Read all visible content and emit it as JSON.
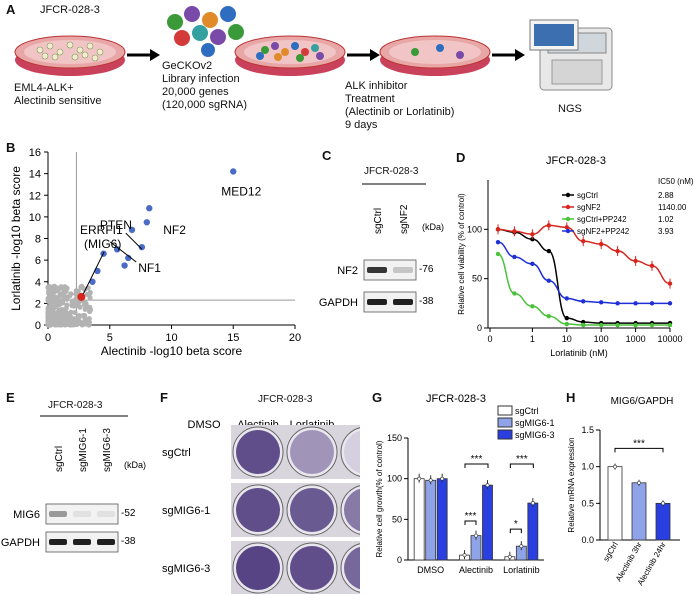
{
  "panel_letters": [
    "A",
    "B",
    "C",
    "D",
    "E",
    "F",
    "G",
    "H"
  ],
  "panelA": {
    "cell_line": "JFCR-028-3",
    "step1": [
      "EML4-ALK+",
      "Alectinib sensitive"
    ],
    "step2": [
      "GeCKOv2",
      "Library infection",
      "20,000 genes",
      "(120,000 sgRNA)"
    ],
    "step3": [
      "ALK inhibitor",
      "Treatment",
      "(Alectinib or Lorlatinib)",
      "9 days"
    ],
    "step4": "NGS"
  },
  "panelB": {
    "chart_data": {
      "type": "scatter",
      "xlabel": "Alectinib -log10 beta score",
      "ylabel": "Lorlatinib -log10 beta score",
      "xlim": [
        0,
        20
      ],
      "ylim": [
        0,
        16
      ],
      "xticks": [
        "0",
        "5",
        "10",
        "15",
        "20"
      ],
      "yticks": [
        "0",
        "2",
        "4",
        "6",
        "8",
        "10",
        "12",
        "14",
        "16"
      ],
      "threshold_x": 2.3,
      "threshold_y": 2.3,
      "highlighted": [
        {
          "label": "MED12",
          "x": 15.0,
          "y": 14.2
        },
        {
          "label": "PTEN",
          "x": 7.6,
          "y": 7.2
        },
        {
          "label": "NF2",
          "x": 8.2,
          "y": 10.8
        },
        {
          "label": "NF1",
          "x": 6.5,
          "y": 6.2
        },
        {
          "label": "",
          "x": 8.0,
          "y": 9.5
        },
        {
          "label": "",
          "x": 6.8,
          "y": 8.8
        },
        {
          "label": "",
          "x": 5.6,
          "y": 7.0
        },
        {
          "label": "",
          "x": 6.2,
          "y": 5.5
        },
        {
          "label": "",
          "x": 4.5,
          "y": 6.6
        },
        {
          "label": "",
          "x": 4.0,
          "y": 5.0
        },
        {
          "label": "",
          "x": 3.6,
          "y": 4.0
        }
      ],
      "red_point": {
        "label": "ERRFI1\n(MIG6)",
        "x": 2.7,
        "y": 2.6
      },
      "label_ERRFI1": "ERRFI1",
      "label_MIG6": "(MIG6)",
      "colors": {
        "highlight": "#4a6cc7",
        "background": "#b3b3b3",
        "red": "#d7261e"
      }
    }
  },
  "panelC": {
    "title": "JFCR-028-3",
    "lanes": [
      "sgCtrl",
      "sgNF2"
    ],
    "kda": "(kDa)",
    "rows": [
      {
        "protein": "NF2",
        "mw": "-76"
      },
      {
        "protein": "GAPDH",
        "mw": "-38"
      }
    ]
  },
  "panelD": {
    "chart_data": {
      "type": "line",
      "title": "JFCR-028-3",
      "xlabel": "Lorlatinib (nM)",
      "ylabel": "Relative cell viability (% of control)",
      "xscale": "log",
      "xticks": [
        "0",
        "1",
        "10",
        "100",
        "1000",
        "10000"
      ],
      "yticks": [
        "0",
        "50",
        "100"
      ],
      "ylim": [
        0,
        150
      ],
      "ic50_header": "IC50 (nM)",
      "series": [
        {
          "name": "sgCtrl",
          "ic50": "2.88",
          "color": "#000000",
          "x": [
            0.1,
            0.3,
            1,
            3,
            10,
            30,
            100,
            300,
            1000,
            3000,
            10000
          ],
          "y": [
            100,
            97,
            90,
            78,
            10,
            6,
            5,
            5,
            5,
            5,
            5
          ]
        },
        {
          "name": "sgNF2",
          "ic50": "1140.00",
          "color": "#d7261e",
          "x": [
            0.1,
            0.3,
            1,
            3,
            10,
            30,
            100,
            300,
            1000,
            3000,
            10000
          ],
          "y": [
            100,
            98,
            95,
            104,
            102,
            88,
            85,
            78,
            68,
            63,
            45
          ]
        },
        {
          "name": "sgCtrl+PP242",
          "ic50": "1.02",
          "color": "#49c23a",
          "x": [
            0.1,
            0.3,
            1,
            3,
            10,
            30,
            100,
            300,
            1000,
            3000,
            10000
          ],
          "y": [
            75,
            35,
            22,
            12,
            4,
            3,
            3,
            3,
            3,
            3,
            3
          ]
        },
        {
          "name": "sgNF2+PP242",
          "ic50": "3.93",
          "color": "#1f2fd6",
          "x": [
            0.1,
            0.3,
            1,
            3,
            10,
            30,
            100,
            300,
            1000,
            3000,
            10000
          ],
          "y": [
            87,
            72,
            65,
            48,
            30,
            27,
            26,
            25,
            25,
            25,
            25
          ]
        }
      ]
    }
  },
  "panelE": {
    "title": "JFCR-028-3",
    "lanes": [
      "sgCtrl",
      "sgMIG6-1",
      "sgMIG6-3"
    ],
    "kda": "(kDa)",
    "rows": [
      {
        "protein": "MIG6",
        "mw": "-52"
      },
      {
        "protein": "GAPDH",
        "mw": "-38"
      }
    ]
  },
  "panelF": {
    "title": "JFCR-028-3",
    "columns": [
      "DMSO",
      "Alectinib",
      "Lorlatinib"
    ],
    "rows": [
      "sgCtrl",
      "sgMIG6-1",
      "sgMIG6-3"
    ]
  },
  "panelG": {
    "chart_data": {
      "type": "bar",
      "title": "JFCR-028-3",
      "ylabel": "Relative cell growth(% of control)",
      "categories": [
        "DMSO",
        "Alectinib",
        "Lorlatinib"
      ],
      "yticks": [
        "0",
        "50",
        "100",
        "150"
      ],
      "ylim": [
        0,
        150
      ],
      "series": [
        {
          "name": "sgCtrl",
          "color": "#ffffff",
          "values": [
            100,
            6,
            4
          ]
        },
        {
          "name": "sgMIG6-1",
          "color": "#8fa3e8",
          "values": [
            98,
            30,
            17
          ]
        },
        {
          "name": "sgMIG6-3",
          "color": "#2a3fe0",
          "values": [
            100,
            92,
            70
          ]
        }
      ],
      "significance": [
        "***",
        "***",
        "***",
        "*"
      ]
    }
  },
  "panelH": {
    "chart_data": {
      "type": "bar",
      "title": "MIG6/GAPDH",
      "ylabel": "Relative mRNA expression",
      "categories": [
        "sgCtrl",
        "Alectinib 3hr",
        "Alectinib 24hr"
      ],
      "yticks": [
        "0.0",
        "0.5",
        "1.0",
        "1.5"
      ],
      "ylim": [
        0,
        1.5
      ],
      "values": [
        1.0,
        0.78,
        0.5
      ],
      "colors": [
        "#ffffff",
        "#8fa3e8",
        "#2a3fe0"
      ],
      "significance": "***"
    }
  }
}
